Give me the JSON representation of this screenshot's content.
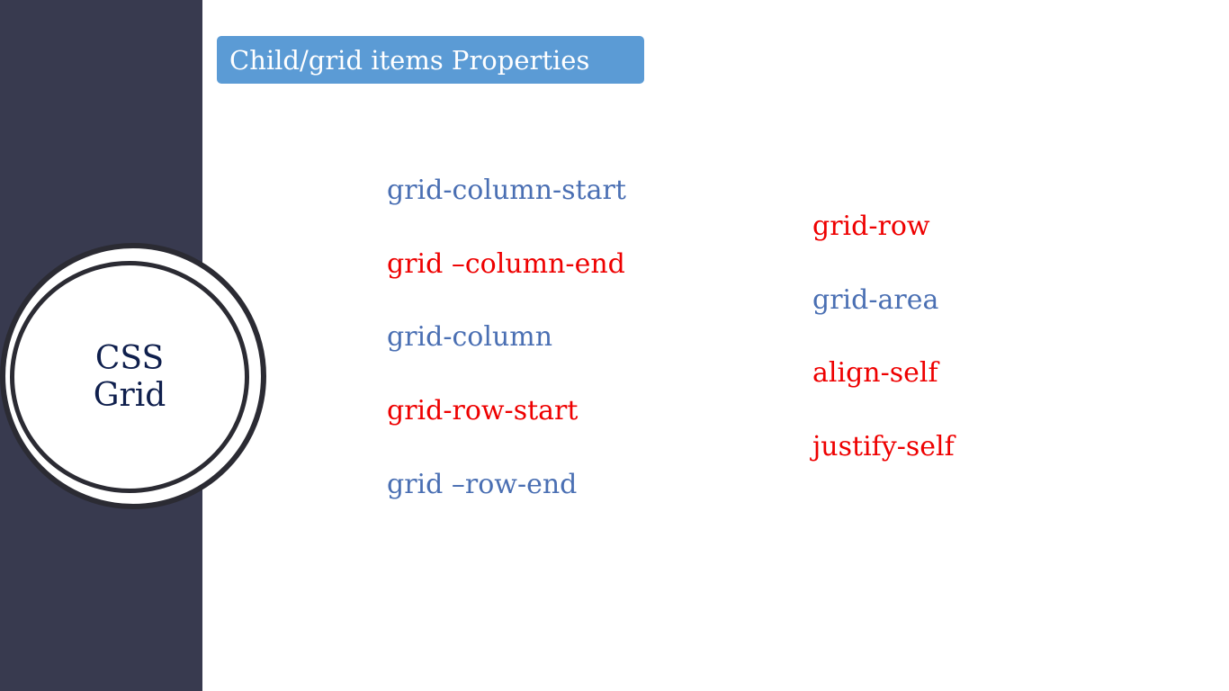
{
  "title": "Child/grid items Properties",
  "circle": {
    "line1": "CSS",
    "line2": "Grid"
  },
  "left_column": [
    {
      "text": "grid-column-start",
      "color": "blue"
    },
    {
      "text": "grid –column-end",
      "color": "red"
    },
    {
      "text": "grid-column",
      "color": "blue"
    },
    {
      "text": "grid-row-start",
      "color": "red"
    },
    {
      "text": "grid –row-end",
      "color": "blue"
    }
  ],
  "right_column": [
    {
      "text": "grid-row",
      "color": "red"
    },
    {
      "text": "grid-area",
      "color": "blue"
    },
    {
      "text": "align-self",
      "color": "red"
    },
    {
      "text": "justify-self",
      "color": "red"
    }
  ],
  "colors": {
    "sidebar": "#383a4f",
    "title_bg": "#5b9bd5",
    "blue_text": "#4a6fb3",
    "red_text": "#ee0000",
    "circle_text": "#0f1f4d"
  }
}
